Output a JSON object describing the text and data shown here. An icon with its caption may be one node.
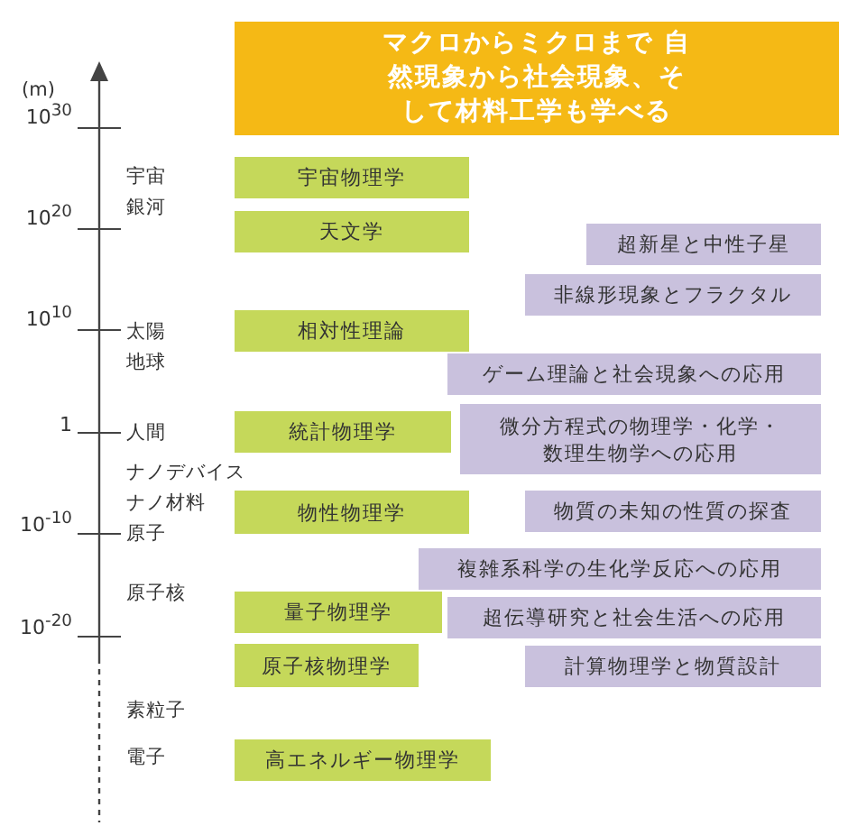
{
  "diagram": {
    "title": "マクロからミクロまで 自然現象から社会現象、そして材料工学も学べる",
    "nodes": [
      {
        "text": [
          "宇宙物理学"
        ]
      },
      {
        "text": [
          "天文学"
        ]
      },
      {
        "text": [
          "超新星と中性子星"
        ]
      },
      {
        "text": [
          "非線形現象とフラクタル"
        ]
      },
      {
        "text": [
          "相対性理論"
        ]
      },
      {
        "text": [
          "ゲーム理論と社会現象への応用"
        ]
      },
      {
        "text": [
          "統計物理学"
        ]
      },
      {
        "text": [
          "微分方程式の物理学・化学・数理生物学への応用"
        ]
      },
      {
        "text": [
          "物性物理学"
        ]
      },
      {
        "text": [
          "物質の未知の性質の探査"
        ]
      },
      {
        "text": [
          "複雑系科学の生化学反応への応用"
        ]
      },
      {
        "text": [
          "量子物理学"
        ]
      },
      {
        "text": [
          "超伝導研究と社会生活への応用"
        ]
      },
      {
        "text": [
          "原子核物理学"
        ]
      },
      {
        "text": [
          "計算物理学と物質設計"
        ]
      },
      {
        "text": [
          "高エネルギー物理学"
        ]
      }
    ],
    "labels": [
      "(m)",
      "10$^{30}$",
      "宇宙",
      "銀河",
      "10$^{20}$",
      "10$^{10}$",
      "太陽",
      "地球",
      "1",
      "人間",
      "ナノデバイス",
      "ナノ材料",
      "10$^{-10}$",
      "原子",
      "原子核",
      "10$^{-20}$",
      "素粒子",
      "電子"
    ]
  }
}
